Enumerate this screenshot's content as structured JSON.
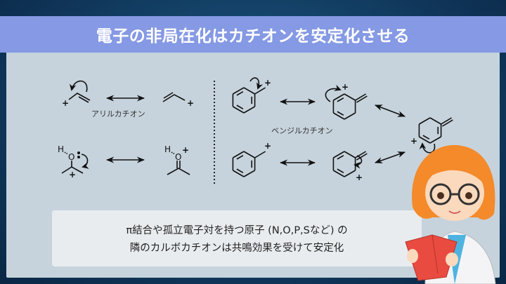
{
  "title": "電子の非局在化はカチオンを安定化させる",
  "labels": {
    "allyl": "アリルカチオン",
    "benzyl": "ベンジルカチオン"
  },
  "atoms": {
    "H": "H",
    "O": "O",
    "plus": "+"
  },
  "note": {
    "line1": "π結合や孤立電子対を持つ原子 (N,O,P,Sなど) の",
    "line2": "隣のカルボカチオンは共鳴効果を受けて安定化"
  },
  "colors": {
    "title_bar": "#8599e4",
    "panel": "#c6d3dc",
    "frame": "#123c63"
  }
}
